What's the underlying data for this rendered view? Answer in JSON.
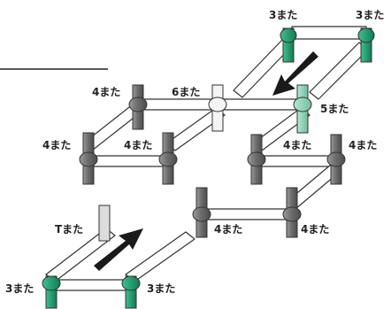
{
  "labels": {
    "l1": "3また",
    "l2": "3また",
    "l3": "4また",
    "l4": "6また",
    "l5": "5また",
    "l6": "4また",
    "l7": "4また",
    "l8": "4また",
    "l9": "4また",
    "l10": "Tまた",
    "l11": "4また",
    "l12": "4また",
    "l13": "3また",
    "l14": "3また"
  },
  "colors": {
    "pipe_fill": "#ffffff",
    "pipe_stroke": "#333333",
    "joint_gray": "#7a7a7a",
    "joint_green": "#1f9c6e",
    "joint_mint": "#8fd3b8",
    "arrow": "#1a1a1a"
  }
}
